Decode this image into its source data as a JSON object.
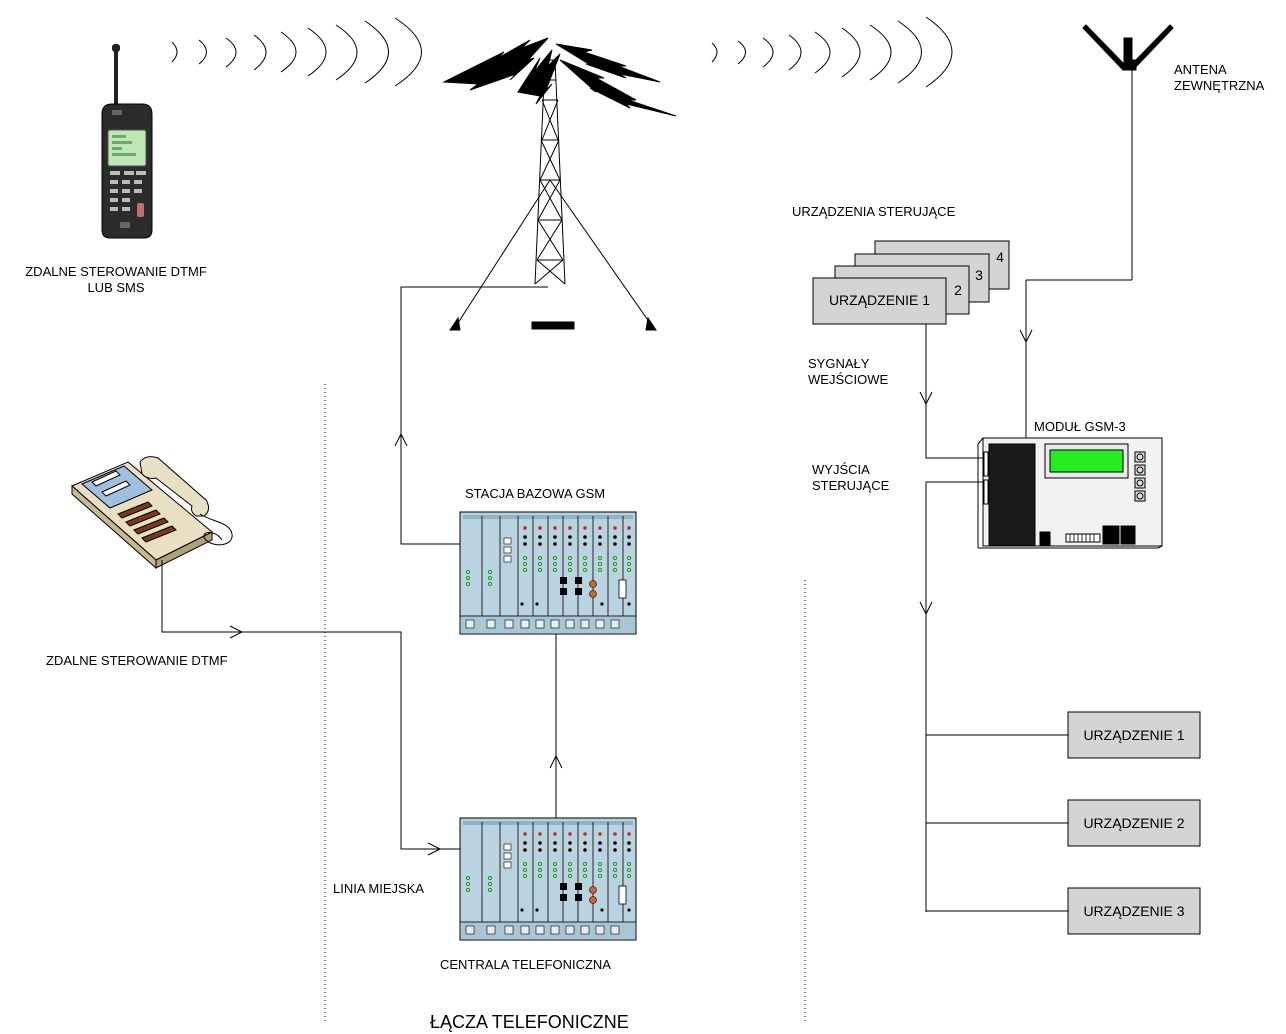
{
  "labels": {
    "remote_dtmf_sms": "ZDALNE STEROWANIE DTMF",
    "remote_dtmf_sms_2": "LUB SMS",
    "remote_dtmf": "ZDALNE STEROWANIE DTMF",
    "control_devices": "URZĄDZENIA STERUJĄCE",
    "input_signals": "SYGNAŁY",
    "input_signals_2": "WEJŚCIOWE",
    "control_outputs": "WYJŚCIA",
    "control_outputs_2": "STERUJĄCE",
    "antenna": "ANTENA",
    "antenna_2": "ZEWNĘTRZNA",
    "gsm_module": "MODUŁ GSM-3",
    "base_station": "STACJA BAZOWA GSM",
    "exchange": "CENTRALA TELEFONICZNA",
    "city_line": "LINIA MIEJSKA",
    "telephone_lines": "ŁĄCZA TELEFONICZNE"
  },
  "input_devices": {
    "front": "URZĄDZENIE 1",
    "numbers": [
      "2",
      "3",
      "4"
    ]
  },
  "output_devices": [
    "URZĄDZENIE 1",
    "URZĄDZENIE 2",
    "URZĄDZENIE 3"
  ],
  "colors": {
    "box_fill": "#d4d4d4",
    "rack_fill": "#b9d3e0",
    "lcd_green": "#22ee22",
    "line": "#000000"
  },
  "icons": [
    "mobile-phone-icon",
    "desk-phone-icon",
    "gsm-tower-icon",
    "antenna-icon",
    "rack-icon",
    "gsm-module-icon"
  ]
}
